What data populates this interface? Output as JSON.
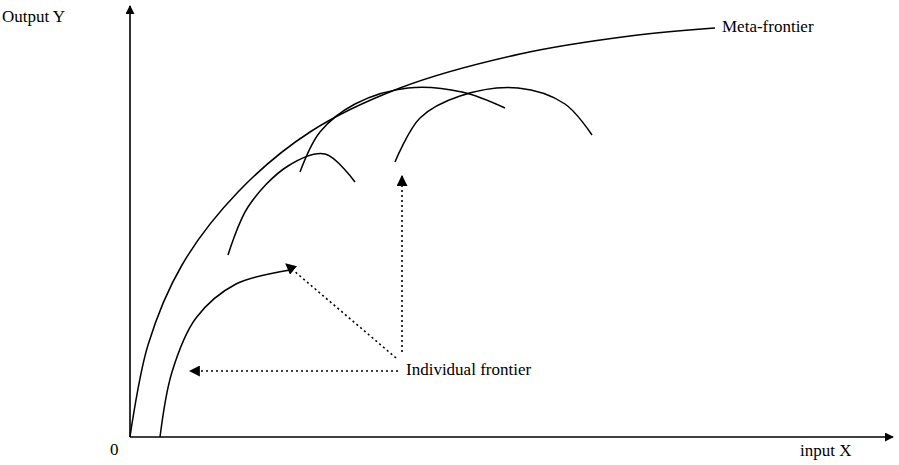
{
  "diagram": {
    "labels": [
      "Output Y",
      "Meta-frontier",
      "Individual frontier",
      "0",
      "input X"
    ]
  }
}
